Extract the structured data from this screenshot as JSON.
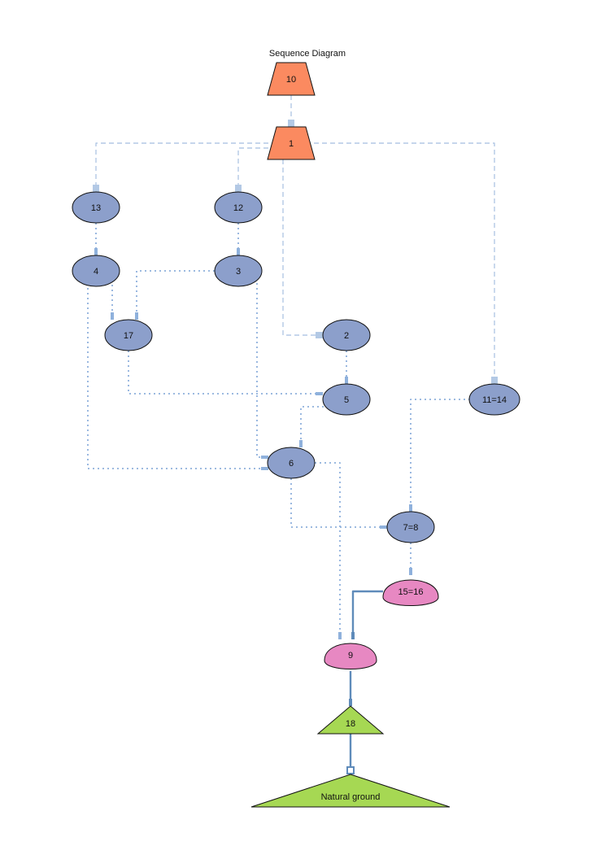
{
  "title": "Sequence Diagram",
  "colors": {
    "trapezoid": "#fb8a60",
    "ellipse": "#8c9fcb",
    "pink": "#e788c2",
    "green": "#a6d853",
    "edge_light": "#b3c9e5",
    "edge_dotted": "#8fb1dc",
    "edge_solid": "#5f8bba"
  },
  "nodes": [
    {
      "id": "n10",
      "label": "10",
      "shape": "trapezoid",
      "fill": "trapezoid"
    },
    {
      "id": "n1",
      "label": "1",
      "shape": "trapezoid",
      "fill": "trapezoid"
    },
    {
      "id": "n13",
      "label": "13",
      "shape": "ellipse",
      "fill": "ellipse"
    },
    {
      "id": "n12",
      "label": "12",
      "shape": "ellipse",
      "fill": "ellipse"
    },
    {
      "id": "n4",
      "label": "4",
      "shape": "ellipse",
      "fill": "ellipse"
    },
    {
      "id": "n3",
      "label": "3",
      "shape": "ellipse",
      "fill": "ellipse"
    },
    {
      "id": "n17",
      "label": "17",
      "shape": "ellipse",
      "fill": "ellipse"
    },
    {
      "id": "n2",
      "label": "2",
      "shape": "ellipse",
      "fill": "ellipse"
    },
    {
      "id": "n5",
      "label": "5",
      "shape": "ellipse",
      "fill": "ellipse"
    },
    {
      "id": "n11_14",
      "label": "11=14",
      "shape": "ellipse",
      "fill": "ellipse"
    },
    {
      "id": "n6",
      "label": "6",
      "shape": "ellipse",
      "fill": "ellipse"
    },
    {
      "id": "n7_8",
      "label": "7=8",
      "shape": "ellipse",
      "fill": "ellipse"
    },
    {
      "id": "n15_16",
      "label": "15=16",
      "shape": "egg",
      "fill": "pink"
    },
    {
      "id": "n9",
      "label": "9",
      "shape": "egg",
      "fill": "pink"
    },
    {
      "id": "n18",
      "label": "18",
      "shape": "triangle",
      "fill": "green"
    },
    {
      "id": "ground",
      "label": "Natural ground",
      "shape": "wide-triangle",
      "fill": "green"
    }
  ],
  "edges": [
    {
      "from": "n10",
      "to": "n1",
      "style": "dashed"
    },
    {
      "from": "n1",
      "to": "n13",
      "style": "dashed"
    },
    {
      "from": "n1",
      "to": "n12",
      "style": "dashed"
    },
    {
      "from": "n1",
      "to": "n2",
      "style": "dashed"
    },
    {
      "from": "n1",
      "to": "n11_14",
      "style": "dashed"
    },
    {
      "from": "n13",
      "to": "n4",
      "style": "dotted"
    },
    {
      "from": "n12",
      "to": "n3",
      "style": "dotted"
    },
    {
      "from": "n4",
      "to": "n17",
      "style": "dotted"
    },
    {
      "from": "n3",
      "to": "n17",
      "style": "dotted"
    },
    {
      "from": "n2",
      "to": "n5",
      "style": "dotted"
    },
    {
      "from": "n17",
      "to": "n5",
      "style": "dotted"
    },
    {
      "from": "n3",
      "to": "n6",
      "style": "dotted"
    },
    {
      "from": "n4",
      "to": "n6",
      "style": "dotted"
    },
    {
      "from": "n5",
      "to": "n6",
      "style": "dotted"
    },
    {
      "from": "n11_14",
      "to": "n7_8",
      "style": "dotted"
    },
    {
      "from": "n6",
      "to": "n7_8",
      "style": "dotted"
    },
    {
      "from": "n6",
      "to": "n9",
      "style": "dotted"
    },
    {
      "from": "n7_8",
      "to": "n15_16",
      "style": "dotted"
    },
    {
      "from": "n15_16",
      "to": "n9",
      "style": "solid"
    },
    {
      "from": "n9",
      "to": "n18",
      "style": "solid"
    },
    {
      "from": "n18",
      "to": "ground",
      "style": "solid"
    }
  ]
}
